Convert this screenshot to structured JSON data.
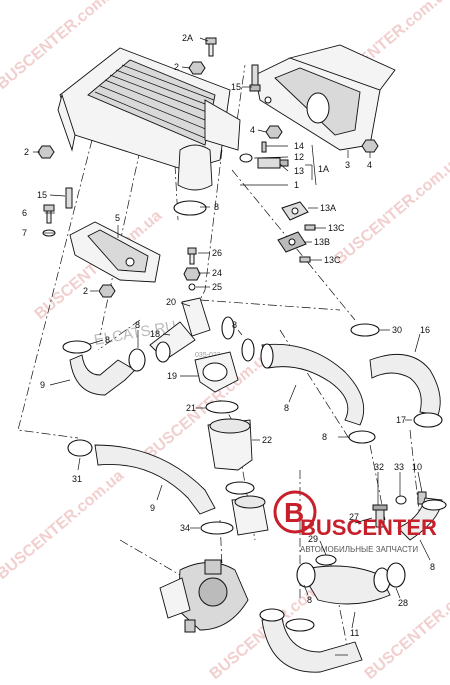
{
  "watermarks": {
    "buscenter_url": "BUSCENTER.com.ua",
    "elcats": "ELCATS.RU",
    "diagram_code": "035-023"
  },
  "logo": {
    "letter": "B",
    "name": "BUSCENTER",
    "tagline": "АВТОМОБИЛЬНЫЕ ЗАПЧАСТИ"
  },
  "callouts": [
    {
      "id": "2a",
      "text": "2A"
    },
    {
      "id": "2-top",
      "text": "2"
    },
    {
      "id": "2-left",
      "text": "2"
    },
    {
      "id": "2-mid",
      "text": "2"
    },
    {
      "id": "15-top",
      "text": "15"
    },
    {
      "id": "15-left",
      "text": "15"
    },
    {
      "id": "14",
      "text": "14"
    },
    {
      "id": "12",
      "text": "12"
    },
    {
      "id": "13",
      "text": "13"
    },
    {
      "id": "1",
      "text": "1"
    },
    {
      "id": "1a",
      "text": "1A"
    },
    {
      "id": "3",
      "text": "3"
    },
    {
      "id": "4-mid",
      "text": "4"
    },
    {
      "id": "4-right",
      "text": "4"
    },
    {
      "id": "8-a",
      "text": "8"
    },
    {
      "id": "5",
      "text": "5"
    },
    {
      "id": "6",
      "text": "6"
    },
    {
      "id": "7",
      "text": "7"
    },
    {
      "id": "13a",
      "text": "13A"
    },
    {
      "id": "13c-a",
      "text": "13C"
    },
    {
      "id": "13b",
      "text": "13B"
    },
    {
      "id": "13c-b",
      "text": "13C"
    },
    {
      "id": "26",
      "text": "26"
    },
    {
      "id": "24",
      "text": "24"
    },
    {
      "id": "25",
      "text": "25"
    },
    {
      "id": "20",
      "text": "20"
    },
    {
      "id": "18",
      "text": "18"
    },
    {
      "id": "8-b",
      "text": "8"
    },
    {
      "id": "8-c",
      "text": "8"
    },
    {
      "id": "8-d",
      "text": "8"
    },
    {
      "id": "30",
      "text": "30"
    },
    {
      "id": "16",
      "text": "16"
    },
    {
      "id": "19",
      "text": "19"
    },
    {
      "id": "9-a",
      "text": "9"
    },
    {
      "id": "21",
      "text": "21"
    },
    {
      "id": "8-e",
      "text": "8"
    },
    {
      "id": "17",
      "text": "17"
    },
    {
      "id": "22",
      "text": "22"
    },
    {
      "id": "8-f",
      "text": "8"
    },
    {
      "id": "31",
      "text": "31"
    },
    {
      "id": "32",
      "text": "32"
    },
    {
      "id": "33",
      "text": "33"
    },
    {
      "id": "10",
      "text": "10"
    },
    {
      "id": "9-b",
      "text": "9"
    },
    {
      "id": "34",
      "text": "34"
    },
    {
      "id": "27",
      "text": "27"
    },
    {
      "id": "29",
      "text": "29"
    },
    {
      "id": "8-g",
      "text": "8"
    },
    {
      "id": "8-h",
      "text": "8"
    },
    {
      "id": "28",
      "text": "28"
    },
    {
      "id": "11",
      "text": "11"
    }
  ]
}
